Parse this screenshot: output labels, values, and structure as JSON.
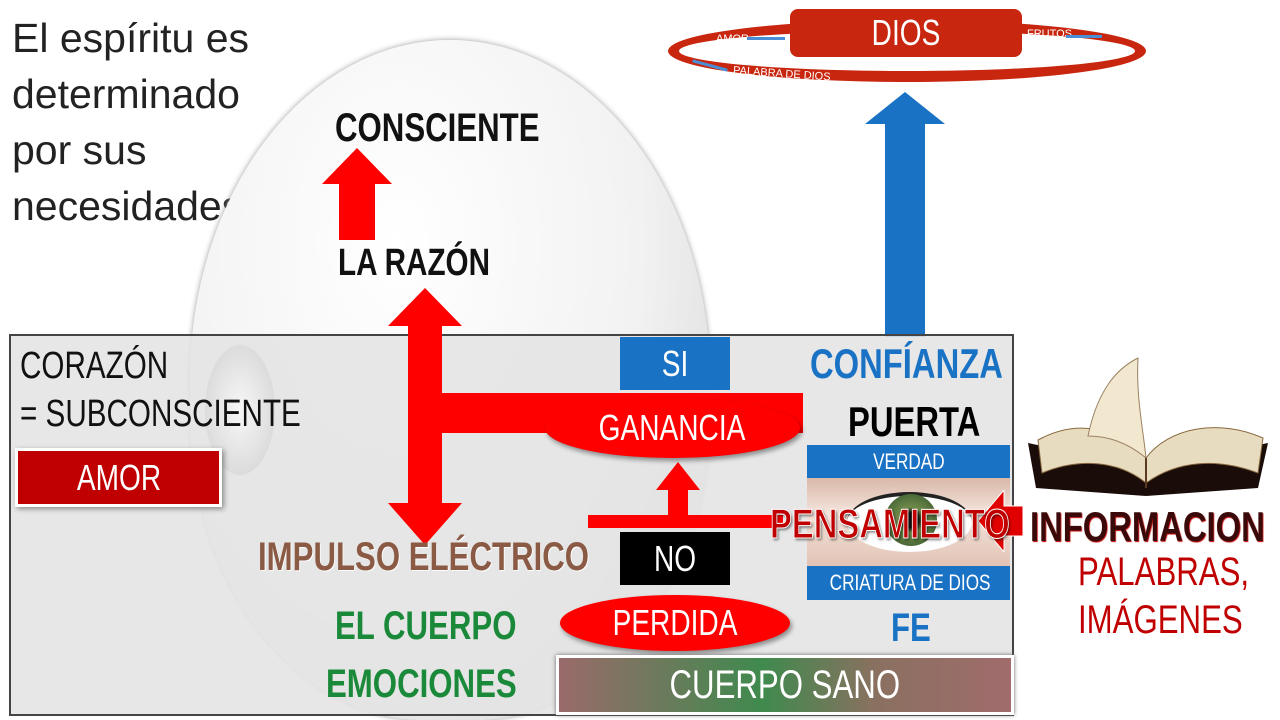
{
  "intro_text": [
    "El espíritu es",
    "determinado",
    "por sus",
    "necesidades"
  ],
  "labels": {
    "consciente": "CONSCIENTE",
    "la_razon": "LA RAZÓN",
    "corazon": "CORAZÓN",
    "subconsciente": "= SUBCONSCIENTE",
    "amor": "AMOR",
    "impulso": "IMPULSO ELÉCTRICO",
    "el_cuerpo": "EL CUERPO",
    "emociones": "EMOCIONES",
    "si": "SI",
    "ganancia": "GANANCIA",
    "no": "NO",
    "perdida": "PERDIDA",
    "confianza": "CONFÍANZA",
    "puerta": "PUERTA",
    "verdad": "VERDAD",
    "pensamiento": "PENSAMIENTO",
    "criatura": "CRIATURA DE DIOS",
    "fe": "FE",
    "cuerpo_sano": "CUERPO SANO",
    "informacion": "INFORMACION",
    "palabras": "PALABRAS,",
    "imagenes": "IMÁGENES"
  },
  "dios_ring": {
    "title": "DIOS",
    "amor": "AMOR",
    "frutos": "FRUTOS",
    "palabra": "PALABRA DE DIOS"
  },
  "colors": {
    "red": "#ff0000",
    "dark_red": "#c00000",
    "blue": "#1a72c4",
    "green": "#1a8a3a",
    "brown": "#8a5a44"
  }
}
